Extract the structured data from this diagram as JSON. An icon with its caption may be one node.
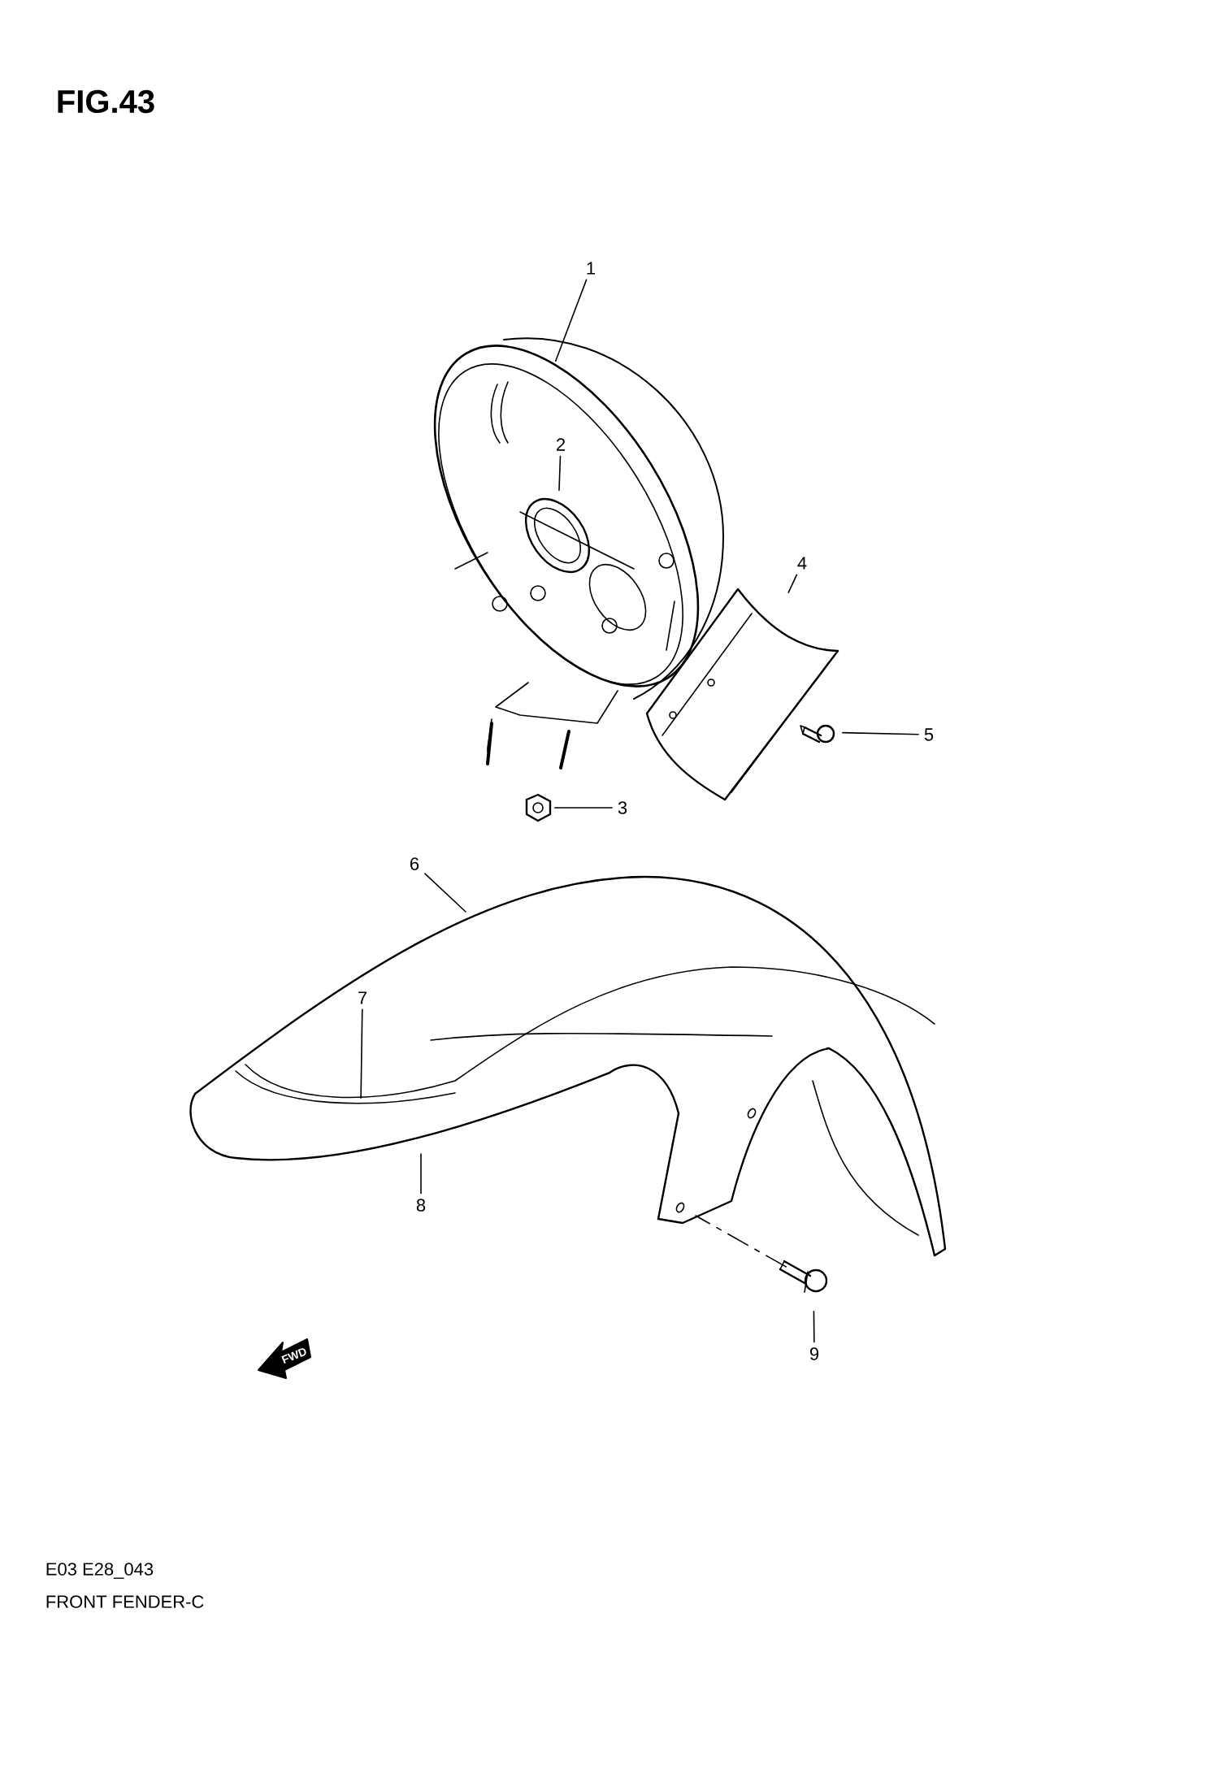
{
  "diagram": {
    "title": "FIG.43",
    "nodes": [
      {
        "text": [
          "1"
        ]
      },
      {
        "text": [
          "2"
        ],
        "in": 9
      },
      {
        "text": [
          "4"
        ]
      },
      {
        "text": [
          "5"
        ]
      },
      {
        "text": [
          "3"
        ]
      },
      {
        "text": [
          "6"
        ]
      },
      {
        "text": [
          "7"
        ],
        "in": 14
      },
      {
        "text": [
          "8"
        ]
      },
      {
        "text": [
          "9"
        ]
      },
      {
        "text": [],
        "shape": "picture"
      },
      {
        "text": [],
        "shape": "picture",
        "in": 9
      },
      {
        "text": [],
        "shape": "picture"
      },
      {
        "text": [],
        "shape": "picture"
      },
      {
        "text": [],
        "shape": "picture"
      },
      {
        "text": [],
        "shape": "picture"
      },
      {
        "text": [],
        "shape": "picture",
        "in": 14
      },
      {
        "text": [],
        "shape": "picture"
      }
    ],
    "edges": [
      {
        "from": 0,
        "to": 9,
        "arrow": "none"
      },
      {
        "from": 1,
        "to": 10,
        "arrow": "none"
      },
      {
        "from": 2,
        "to": 11,
        "arrow": "none"
      },
      {
        "from": 3,
        "to": 12,
        "arrow": "none"
      },
      {
        "from": 4,
        "to": 13,
        "arrow": "none"
      },
      {
        "from": 5,
        "to": 14,
        "arrow": "none"
      },
      {
        "from": 6,
        "to": 15,
        "arrow": "none"
      },
      {
        "from": 7,
        "to": 14,
        "arrow": "none"
      },
      {
        "from": 8,
        "to": 16,
        "arrow": "none"
      },
      {
        "from": 16,
        "to": 14,
        "arrow": "none",
        "style": "dashed"
      }
    ],
    "labels": [
      "FWD",
      "E03 E28_043",
      "FRONT FENDER-C"
    ]
  }
}
